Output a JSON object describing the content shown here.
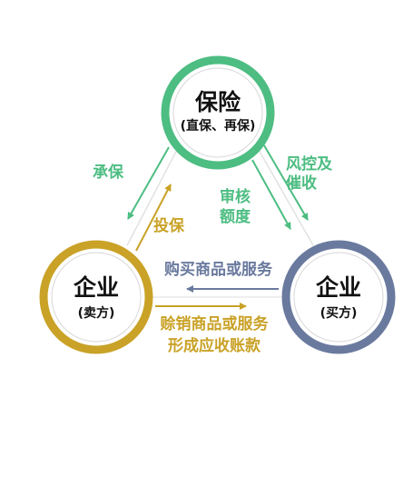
{
  "nodes": {
    "insurance": {
      "title": "保险",
      "subtitle": "(直保、再保)",
      "color": "#4dbd82"
    },
    "seller": {
      "title": "企业",
      "subtitle": "(卖方)",
      "color": "#c9a227"
    },
    "buyer": {
      "title": "企业",
      "subtitle": "(买方)",
      "color": "#6a7a9e"
    }
  },
  "edges": {
    "underwrite": {
      "label": "承保",
      "color": "#4dbd82"
    },
    "insure": {
      "label": "投保",
      "color": "#c9a227"
    },
    "risk_control": {
      "line1": "风控及",
      "line2": "催收",
      "color": "#4dbd82"
    },
    "credit_review": {
      "line1": "审核",
      "line2": "额度",
      "color": "#4dbd82"
    },
    "purchase": {
      "label": "购买商品或服务",
      "color": "#6a7a9e"
    },
    "credit_sale": {
      "line1": "赊销商品或服务",
      "line2": "形成应收账款",
      "color": "#c9a227"
    }
  }
}
